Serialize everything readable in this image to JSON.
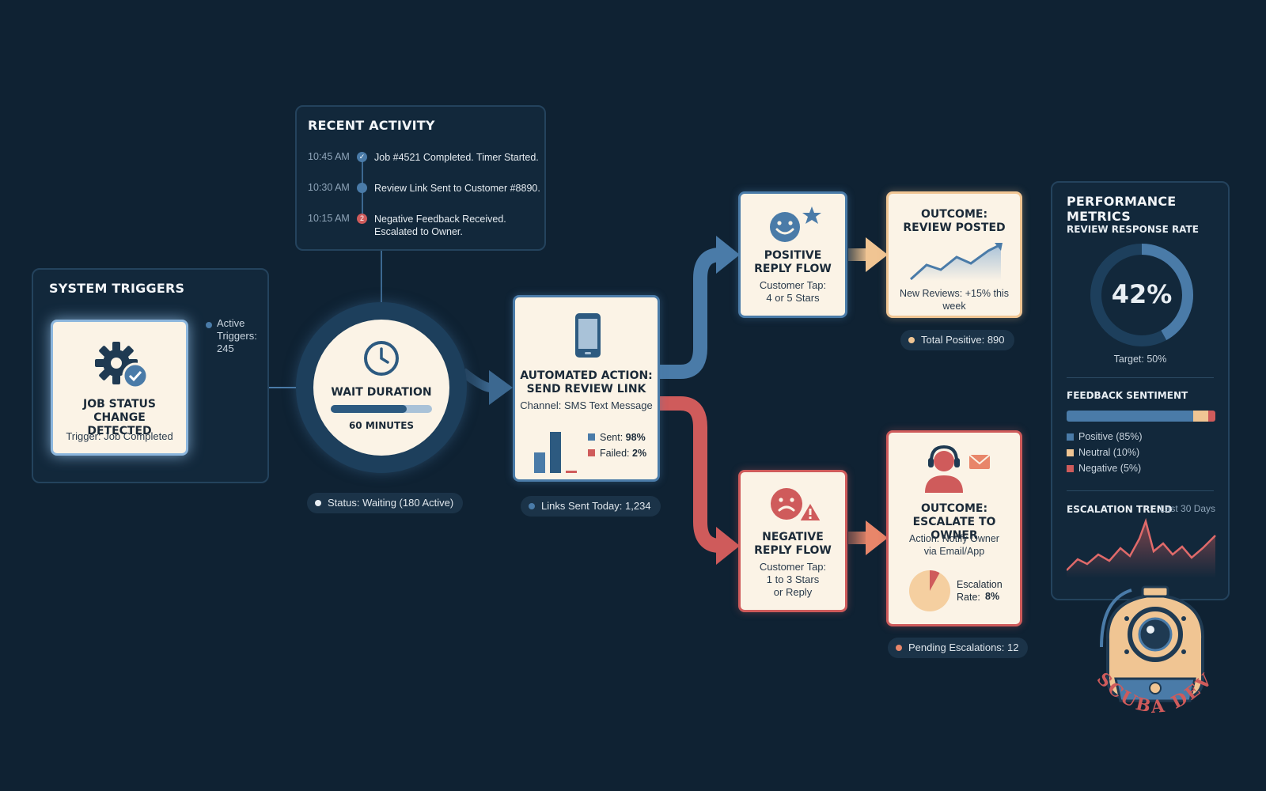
{
  "system_triggers": {
    "title": "SYSTEM TRIGGERS",
    "card_title": "JOB STATUS CHANGE DETECTED",
    "card_sub": "Trigger: Job Completed",
    "active_label": "Active Triggers:",
    "active_value": "245"
  },
  "recent_activity": {
    "title": "RECENT ACTIVITY",
    "items": [
      {
        "time": "10:45 AM",
        "text": "Job #4521 Completed. Timer Started.",
        "status": "check"
      },
      {
        "time": "10:30 AM",
        "text": "Review Link Sent to Customer #8890.",
        "status": "info"
      },
      {
        "time": "10:15 AM",
        "text": "Negative Feedback Received. Escalated to Owner.",
        "status": "alert",
        "badge": "2"
      }
    ]
  },
  "wait": {
    "title": "WAIT DURATION",
    "duration": "60 MINUTES",
    "progress": 0.75,
    "status": "Status: Waiting (180 Active)"
  },
  "action": {
    "title_line1": "AUTOMATED ACTION:",
    "title_line2": "SEND REVIEW LINK",
    "channel": "Channel: SMS Text Message",
    "sent_label": "Sent:",
    "sent_value": "98%",
    "failed_label": "Failed:",
    "failed_value": "2%",
    "links_today": "Links Sent Today: 1,234"
  },
  "positive": {
    "title_line1": "POSITIVE",
    "title_line2": "REPLY FLOW",
    "sub_line1": "Customer Tap:",
    "sub_line2": "4 or 5 Stars"
  },
  "outcome_posted": {
    "title_line1": "OUTCOME:",
    "title_line2": "REVIEW POSTED",
    "text": "New Reviews: +15% this week",
    "total": "Total Positive: 890"
  },
  "negative": {
    "title_line1": "NEGATIVE",
    "title_line2": "REPLY FLOW",
    "sub_line1": "Customer Tap:",
    "sub_line2": "1 to 3 Stars",
    "sub_line3": "or Reply"
  },
  "outcome_escalate": {
    "title_line1": "OUTCOME:",
    "title_line2": "ESCALATE TO OWNER",
    "action_line1": "Action: Notify Owner",
    "action_line2": "via Email/App",
    "rate_label": "Escalation Rate:",
    "rate_value": "8%",
    "rate_fraction": 0.08,
    "pending": "Pending Escalations: 12"
  },
  "metrics": {
    "title": "PERFORMANCE METRICS",
    "response_label": "REVIEW RESPONSE RATE",
    "response_value": "42%",
    "response_fraction": 0.42,
    "target": "Target: 50%",
    "sentiment_label": "FEEDBACK SENTIMENT",
    "sentiment": [
      {
        "label": "Positive (85%)",
        "value": 85,
        "color": "#4a7ba8"
      },
      {
        "label": "Neutral (10%)",
        "value": 10,
        "color": "#f0c593"
      },
      {
        "label": "Negative (5%)",
        "value": 5,
        "color": "#cf5b5b"
      }
    ],
    "trend_label": "ESCALATION TREND",
    "trend_period": "Last 30 Days"
  },
  "logo": {
    "text": "SCUBA DEV"
  },
  "colors": {
    "blue": "#4a7ba8",
    "sand": "#f0c593",
    "red": "#cf5b5b",
    "cream": "#fbf3e6",
    "bg": "#0f2233"
  }
}
